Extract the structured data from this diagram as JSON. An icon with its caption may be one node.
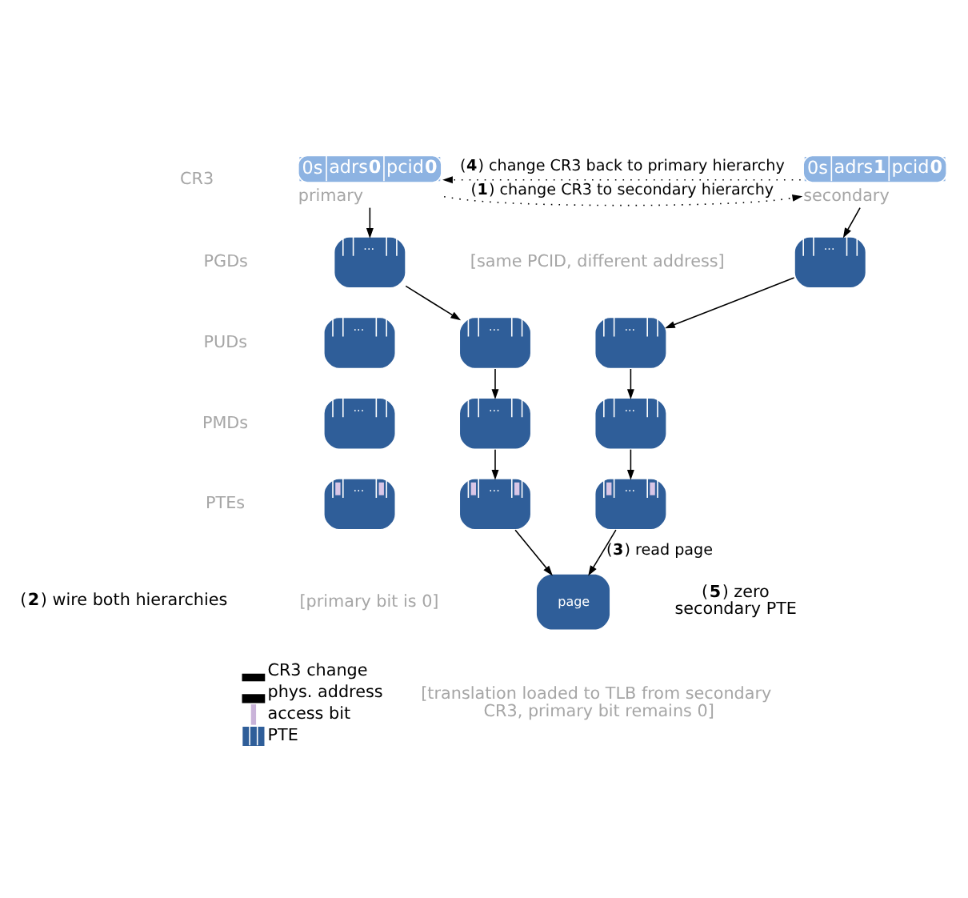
{
  "diagram": {
    "nodes": [
      {
        "text": [
          "0s",
          "adrs**0**",
          "pcid**0**"
        ],
        "beside": [
          "primary"
        ]
      },
      {
        "text": [
          "0s",
          "adrs**1**",
          "pcid**0**"
        ],
        "beside": [
          "secondary"
        ]
      },
      {
        "text": [
          "..."
        ]
      },
      {
        "text": [
          "..."
        ]
      },
      {
        "text": [
          "..."
        ]
      },
      {
        "text": [
          "..."
        ]
      },
      {
        "text": [
          "..."
        ]
      },
      {
        "text": [
          "..."
        ]
      },
      {
        "text": [
          "..."
        ]
      },
      {
        "text": [
          "..."
        ]
      },
      {
        "text": [
          "..."
        ]
      },
      {
        "text": [
          "..."
        ]
      },
      {
        "text": [
          "..."
        ]
      },
      {
        "text": [
          "page"
        ]
      }
    ],
    "edges": [
      {
        "from": 0,
        "to": 1,
        "arrow": "to",
        "style": "dashed",
        "label": "(**1**) change CR3 to secondary hierarchy"
      },
      {
        "from": 1,
        "to": 0,
        "arrow": "to",
        "style": "dashed",
        "label": "(**4**) change CR3 back to primary hierarchy"
      },
      {
        "from": 0,
        "to": 2,
        "arrow": "to"
      },
      {
        "from": 2,
        "to": 4,
        "arrow": "to"
      },
      {
        "from": 4,
        "to": 6,
        "arrow": "to"
      },
      {
        "from": 6,
        "to": 8,
        "arrow": "to"
      },
      {
        "from": 8,
        "to": 13,
        "arrow": "to"
      },
      {
        "from": 1,
        "to": 9,
        "arrow": "to"
      },
      {
        "from": 9,
        "to": 10,
        "arrow": "to"
      },
      {
        "from": 10,
        "to": 11,
        "arrow": "to"
      },
      {
        "from": 11,
        "to": 12,
        "arrow": "to"
      },
      {
        "from": 12,
        "to": 13,
        "arrow": "to",
        "label": "(**3**) read page"
      }
    ],
    "labels": [
      "[same PCID, different address]",
      "CR3",
      "PGDs",
      "PUDs",
      "PMDs",
      "PTEs",
      "(**2**) wire both hierarchies",
      "[primary bit is 0]",
      "(**5**) zero secondary PTE",
      "[translation loaded to TLB from secondary CR3, primary bit remains 0]"
    ],
    "legend": [
      {
        "text": "CR3 change"
      },
      {
        "text": "phys. address"
      },
      {
        "text": "access bit"
      },
      {
        "text": "PTE"
      }
    ]
  }
}
